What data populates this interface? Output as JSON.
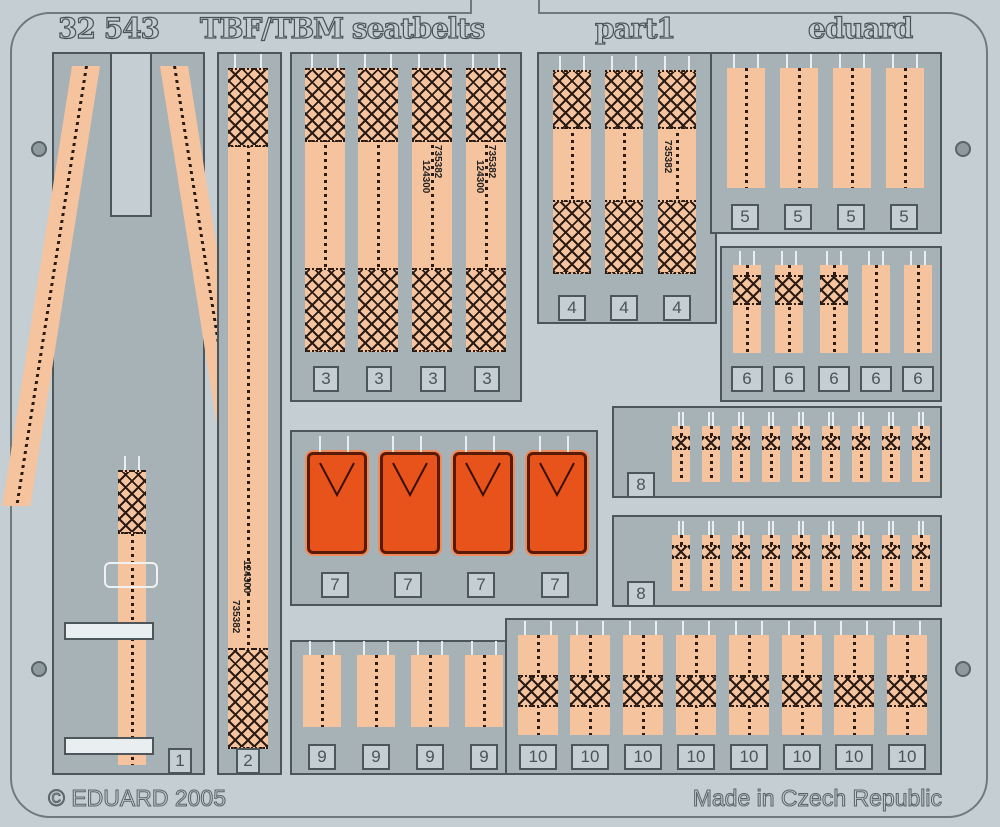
{
  "header": {
    "code": "32 543",
    "title": "TBF/TBM seatbelts",
    "part": "part1",
    "brand": "eduard"
  },
  "stamps": {
    "a": "735382",
    "b": "124300"
  },
  "parts": {
    "p1": "1",
    "p2": "2",
    "p3": [
      "3",
      "3",
      "3",
      "3"
    ],
    "p4": [
      "4",
      "4",
      "4"
    ],
    "p5": [
      "5",
      "5",
      "5",
      "5"
    ],
    "p6": [
      "6",
      "6",
      "6",
      "6",
      "6"
    ],
    "p7": [
      "7",
      "7",
      "7",
      "7"
    ],
    "p8": [
      "8",
      "8"
    ],
    "p9": [
      "9",
      "9",
      "9",
      "9"
    ],
    "p10": [
      "10",
      "10",
      "10",
      "10",
      "10",
      "10",
      "10",
      "10"
    ]
  },
  "footer": {
    "copyright": "© EDUARD 2005",
    "origin": "Made in Czech Republic"
  },
  "colors": {
    "metal": "#c5ced2",
    "panel": "#a7b2b6",
    "belt": "#f6c39f",
    "pad": "#e8531c"
  }
}
